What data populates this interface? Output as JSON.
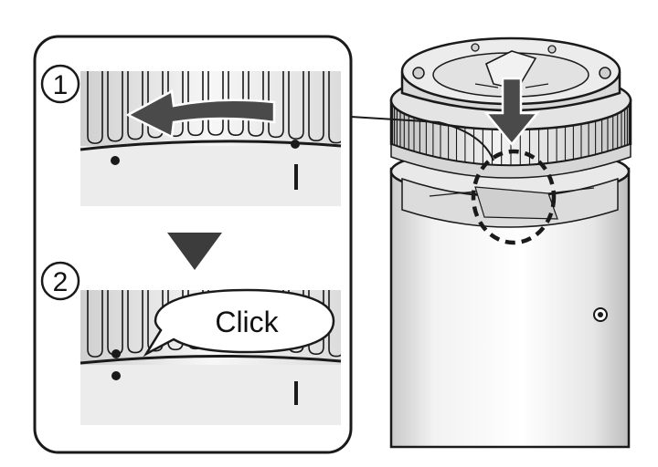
{
  "steps": [
    {
      "number": "1"
    },
    {
      "number": "2"
    }
  ],
  "callout": {
    "click_text": "Click"
  },
  "icons": {
    "rotate_arrow": "curved-left-arrow-icon",
    "next_step": "down-triangle-icon",
    "press_down": "down-arrow-icon"
  },
  "colors": {
    "line": "#1a1a1a",
    "gray_light": "#f2f2f2",
    "gray_mid": "#dedede",
    "gray_dark": "#bdbdbd"
  }
}
